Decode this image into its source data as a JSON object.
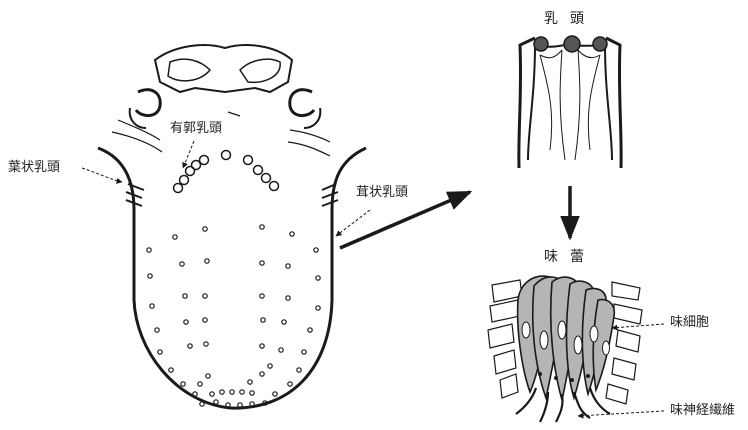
{
  "labels": {
    "circumvallate": "有郭乳頭",
    "foliate": "葉状乳頭",
    "fungiform": "茸状乳頭",
    "papilla": "乳頭",
    "taste_bud": "味蕾",
    "taste_cell": "味細胞",
    "taste_nerve": "味神経繊維"
  },
  "colors": {
    "line": "#1a1a1a",
    "cell_fill": "#b5b5b5",
    "papilla_top": "#555555"
  }
}
